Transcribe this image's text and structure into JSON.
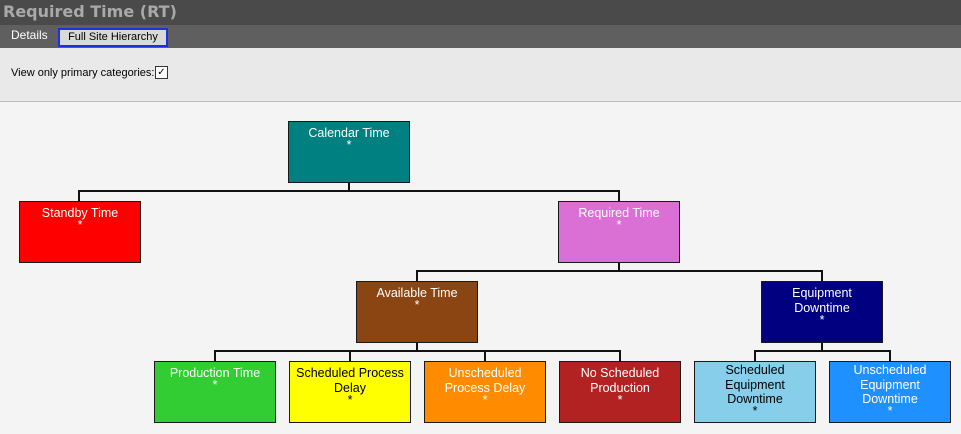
{
  "window": {
    "title": "Required Time (RT)"
  },
  "tabs": {
    "details": "Details",
    "full_site_hierarchy": "Full Site Hierarchy"
  },
  "filter": {
    "primary_label": "View only primary categories:",
    "primary_checked": true,
    "check_glyph": "✓"
  },
  "hierarchy": {
    "calendar_time": {
      "name": "Calendar Time",
      "mark": "*",
      "color": "#008080",
      "text_color": "#ffffff"
    },
    "standby_time": {
      "name": "Standby Time",
      "mark": "*",
      "color": "#ff0000",
      "text_color": "#ffffff"
    },
    "required_time": {
      "name": "Required Time",
      "mark": "*",
      "color": "#da70d6",
      "text_color": "#ffffff"
    },
    "available_time": {
      "name": "Available Time",
      "mark": "*",
      "color": "#8b4513",
      "text_color": "#ffffff"
    },
    "equipment_downtime": {
      "name": "Equipment Downtime",
      "mark": "*",
      "color": "#000080",
      "text_color": "#ffffff"
    },
    "production_time": {
      "name": "Production Time",
      "mark": "*",
      "color": "#32cd32",
      "text_color": "#ffffff"
    },
    "scheduled_process_delay": {
      "name": "Scheduled Process Delay",
      "mark": "*",
      "color": "#ffff00",
      "text_color": "#000000"
    },
    "unscheduled_process_delay": {
      "name": "Unscheduled Process Delay",
      "mark": "*",
      "color": "#ff8c00",
      "text_color": "#ffffff"
    },
    "no_scheduled_production": {
      "name": "No Scheduled Production",
      "mark": "*",
      "color": "#b22222",
      "text_color": "#ffffff"
    },
    "scheduled_equipment_downtime": {
      "name": "Scheduled Equipment Downtime",
      "mark": "*",
      "color": "#87ceeb",
      "text_color": "#000000"
    },
    "unscheduled_equipment_downtime": {
      "name": "Unscheduled Equipment Downtime",
      "mark": "*",
      "color": "#1e90ff",
      "text_color": "#ffffff"
    }
  }
}
